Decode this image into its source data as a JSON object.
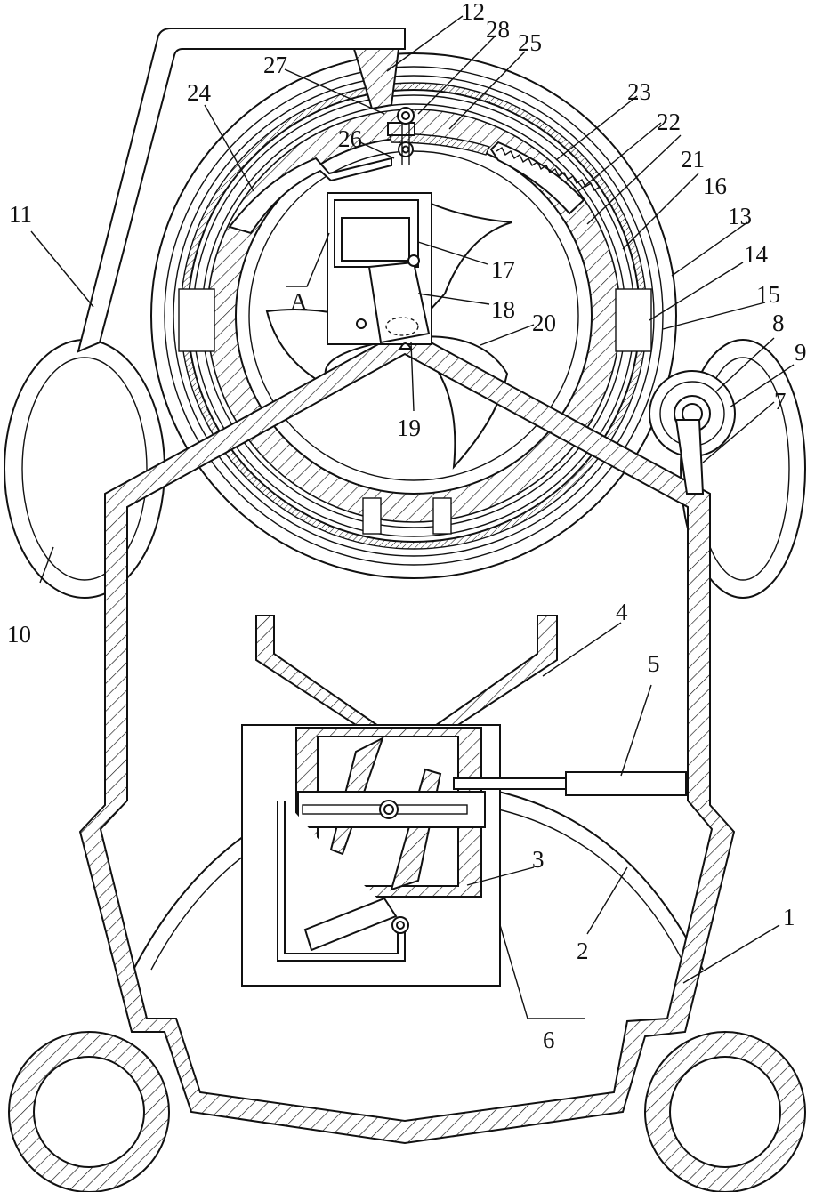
{
  "figure": {
    "labels": [
      {
        "key": "l1",
        "text": "1"
      },
      {
        "key": "l2",
        "text": "2"
      },
      {
        "key": "l3",
        "text": "3"
      },
      {
        "key": "l4",
        "text": "4"
      },
      {
        "key": "l5",
        "text": "5"
      },
      {
        "key": "l6",
        "text": "6"
      },
      {
        "key": "l7",
        "text": "7"
      },
      {
        "key": "l8",
        "text": "8"
      },
      {
        "key": "l9",
        "text": "9"
      },
      {
        "key": "l10",
        "text": "10"
      },
      {
        "key": "l11",
        "text": "11"
      },
      {
        "key": "l12",
        "text": "12"
      },
      {
        "key": "l13",
        "text": "13"
      },
      {
        "key": "l14",
        "text": "14"
      },
      {
        "key": "l15",
        "text": "15"
      },
      {
        "key": "l16",
        "text": "16"
      },
      {
        "key": "l17",
        "text": "17"
      },
      {
        "key": "l18",
        "text": "18"
      },
      {
        "key": "l19",
        "text": "19"
      },
      {
        "key": "l20",
        "text": "20"
      },
      {
        "key": "l21",
        "text": "21"
      },
      {
        "key": "l22",
        "text": "22"
      },
      {
        "key": "l23",
        "text": "23"
      },
      {
        "key": "l24",
        "text": "24"
      },
      {
        "key": "l25",
        "text": "25"
      },
      {
        "key": "l26",
        "text": "26"
      },
      {
        "key": "l27",
        "text": "27"
      },
      {
        "key": "l28",
        "text": "28"
      },
      {
        "key": "lA",
        "text": "A"
      }
    ]
  }
}
